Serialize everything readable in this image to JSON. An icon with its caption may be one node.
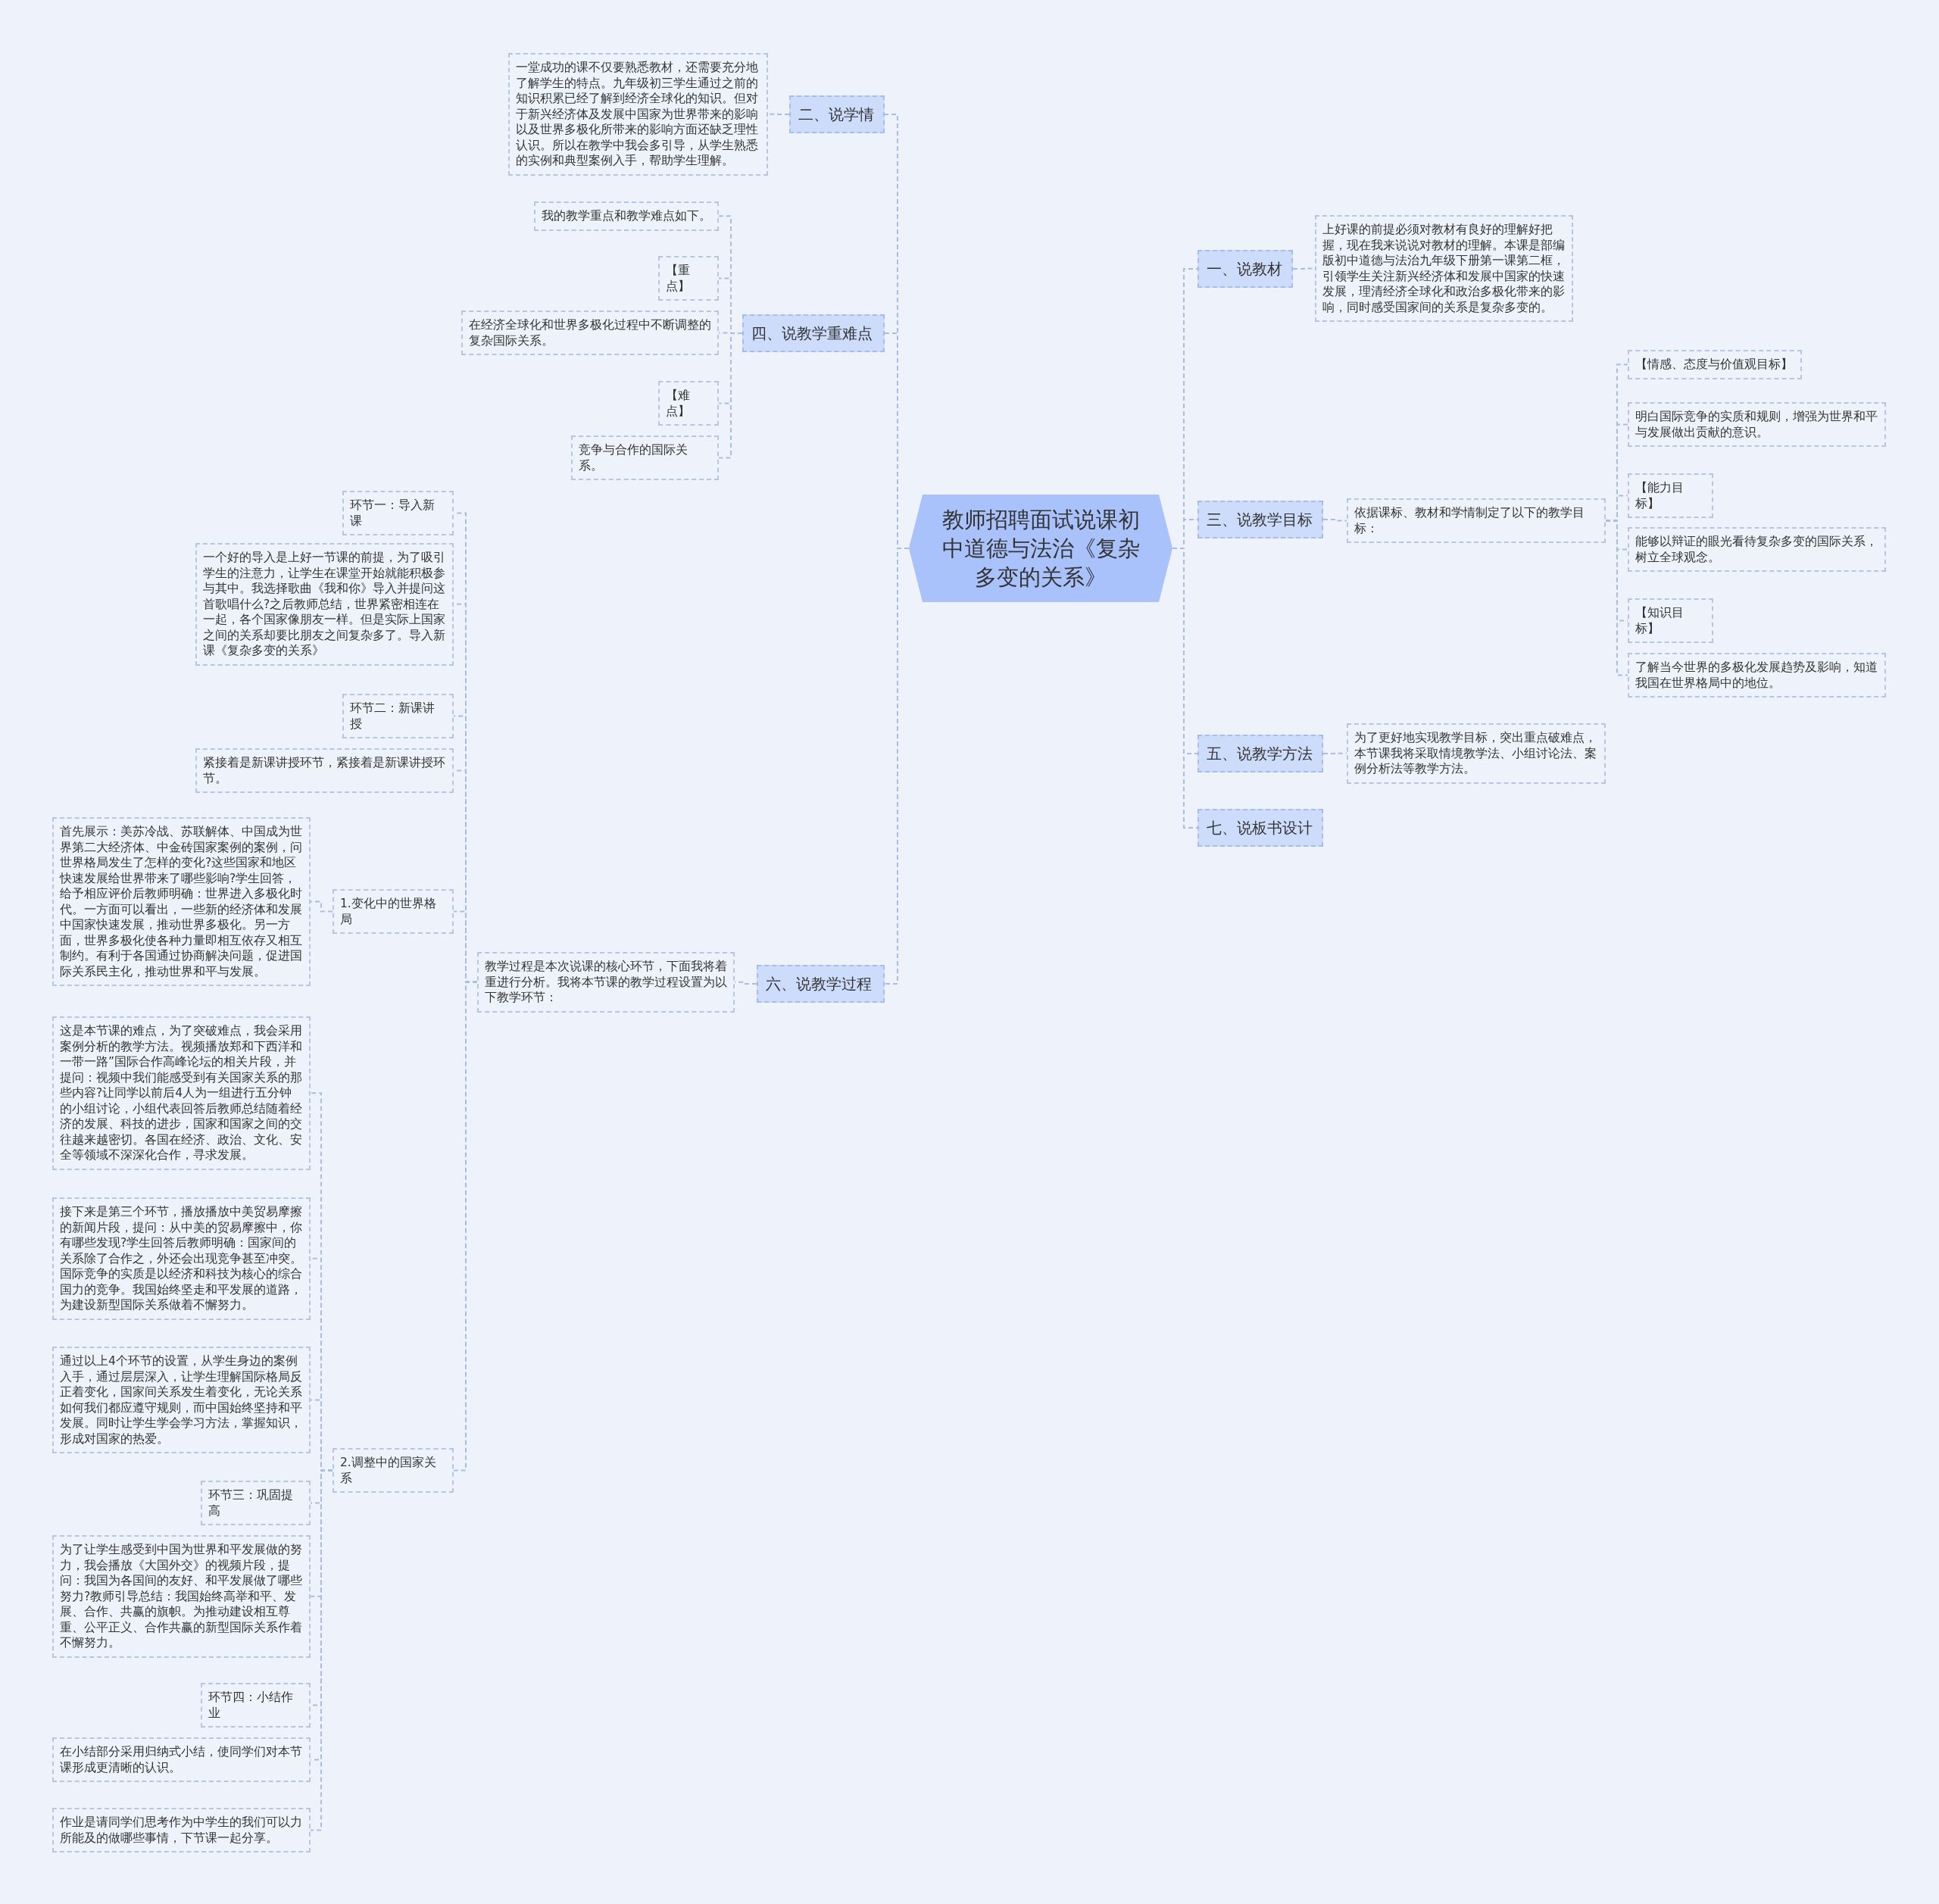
{
  "diagram": {
    "nodes": [
      {
        "text": [
          "教师招聘面试说课初中道德与法治《复杂多变的关系》"
        ]
      },
      {
        "text": [
          "一、说教材"
        ]
      },
      {
        "text": [
          "上好课的前提必须对教材有良好的理解好把握，现在我来说说对教材的理解。本课是部编版初中道德与法治九年级下册第一课第二框，引领学生关注新兴经济体和发展中国家的快速发展，理清经济全球化和政治多极化带来的影响，同时感受国家间的关系是复杂多变的。"
        ]
      },
      {
        "text": [
          "二、说学情"
        ]
      },
      {
        "text": [
          "一堂成功的课不仅要熟悉教材，还需要充分地了解学生的特点。九年级初三学生通过之前的知识积累已经了解到经济全球化的知识。但对于新兴经济体及发展中国家为世界带来的影响以及世界多极化所带来的影响方面还缺乏理性认识。所以在教学中我会多引导，从学生熟悉的实例和典型案例入手，帮助学生理解。"
        ]
      },
      {
        "text": [
          "三、说教学目标"
        ]
      },
      {
        "text": [
          "依据课标、教材和学情制定了以下的教学目标："
        ]
      },
      {
        "text": [
          "【情感、态度与价值观目标】"
        ]
      },
      {
        "text": [
          "明白国际竞争的实质和规则，增强为世界和平与发展做出贡献的意识。"
        ]
      },
      {
        "text": [
          "【能力目标】"
        ]
      },
      {
        "text": [
          "能够以辩证的眼光看待复杂多变的国际关系，树立全球观念。"
        ]
      },
      {
        "text": [
          "【知识目标】"
        ]
      },
      {
        "text": [
          "了解当今世界的多极化发展趋势及影响，知道我国在世界格局中的地位。"
        ]
      },
      {
        "text": [
          "四、说教学重难点"
        ]
      },
      {
        "text": [
          "我的教学重点和教学难点如下。"
        ]
      },
      {
        "text": [
          "【重点】"
        ]
      },
      {
        "text": [
          "在经济全球化和世界多极化过程中不断调整的复杂国际关系。"
        ]
      },
      {
        "text": [
          "【难点】"
        ]
      },
      {
        "text": [
          "竞争与合作的国际关系。"
        ]
      },
      {
        "text": [
          "五、说教学方法"
        ]
      },
      {
        "text": [
          "为了更好地实现教学目标，突出重点破难点，本节课我将采取情境教学法、小组讨论法、案例分析法等教学方法。"
        ]
      },
      {
        "text": [
          "六、说教学过程"
        ]
      },
      {
        "text": [
          "教学过程是本次说课的核心环节，下面我将着重进行分析。我将本节课的教学过程设置为以下教学环节："
        ]
      },
      {
        "text": [
          "环节一：导入新课"
        ]
      },
      {
        "text": [
          "一个好的导入是上好一节课的前提，为了吸引学生的注意力，让学生在课堂开始就能积极参与其中。我选择歌曲《我和你》导入并提问这首歌唱什么?之后教师总结，世界紧密相连在一起，各个国家像朋友一样。但是实际上国家之间的关系却要比朋友之间复杂多了。导入新课《复杂多变的关系》"
        ]
      },
      {
        "text": [
          "环节二：新课讲授"
        ]
      },
      {
        "text": [
          "紧接着是新课讲授环节，紧接着是新课讲授环节。"
        ]
      },
      {
        "text": [
          "1.变化中的世界格局"
        ]
      },
      {
        "text": [
          "首先展示：美苏冷战、苏联解体、中国成为世界第二大经济体、中金砖国家案例的案例，问世界格局发生了怎样的变化?这些国家和地区快速发展给世界带来了哪些影响?学生回答，给予相应评价后教师明确：世界进入多极化时代。一方面可以看出，一些新的经济体和发展中国家快速发展，推动世界多极化。另一方面，世界多极化使各种力量即相互依存又相互制约。有利于各国通过协商解决问题，促进国际关系民主化，推动世界和平与发展。"
        ]
      },
      {
        "text": [
          "2.调整中的国家关系"
        ]
      },
      {
        "text": [
          "这是本节课的难点，为了突破难点，我会采用案例分析的教学方法。视频播放郑和下西洋和一带一路”国际合作高峰论坛的相关片段，并提问：视频中我们能感受到有关国家关系的那些内容?让同学以前后4人为一组进行五分钟的小组讨论，小组代表回答后教师总结随着经济的发展、科技的进步，国家和国家之间的交往越来越密切。各国在经济、政治、文化、安全等领域不深深化合作，寻求发展。"
        ]
      },
      {
        "text": [
          "接下来是第三个环节，播放播放中美贸易摩擦的新闻片段，提问：从中美的贸易摩擦中，你有哪些发现?学生回答后教师明确：国家间的关系除了合作之，外还会出现竞争甚至冲突。国际竞争的实质是以经济和科技为核心的综合国力的竞争。我国始终坚走和平发展的道路，为建设新型国际关系做着不懈努力。"
        ]
      },
      {
        "text": [
          "通过以上4个环节的设置，从学生身边的案例入手，通过层层深入，让学生理解国际格局反正着变化，国家间关系发生着变化，无论关系如何我们都应遵守规则，而中国始终坚持和平发展。同时让学生学会学习方法，掌握知识，形成对国家的热爱。"
        ]
      },
      {
        "text": [
          "环节三：巩固提高"
        ]
      },
      {
        "text": [
          "为了让学生感受到中国为世界和平发展做的努力，我会播放《大国外交》的视频片段，提问：我国为各国间的友好、和平发展做了哪些努力?教师引导总结：我国始终高举和平、发展、合作、共赢的旗帜。为推动建设相互尊重、公平正义、合作共赢的新型国际关系作着不懈努力。"
        ]
      },
      {
        "text": [
          "环节四：小结作业"
        ]
      },
      {
        "text": [
          "在小结部分采用归纳式小结，使同学们对本节课形成更清晰的认识。"
        ]
      },
      {
        "text": [
          "作业是请同学们思考作为中学生的我们可以力所能及的做哪些事情，下节课一起分享。"
        ]
      },
      {
        "text": [
          "七、说板书设计"
        ]
      }
    ],
    "edges": [
      {
        "from": 0,
        "to": 1,
        "arrow": "none"
      },
      {
        "from": 1,
        "to": 2,
        "arrow": "none"
      },
      {
        "from": 0,
        "to": 3,
        "arrow": "none"
      },
      {
        "from": 3,
        "to": 4,
        "arrow": "none"
      },
      {
        "from": 0,
        "to": 5,
        "arrow": "none"
      },
      {
        "from": 5,
        "to": 6,
        "arrow": "none"
      },
      {
        "from": 6,
        "to": 7,
        "arrow": "none"
      },
      {
        "from": 6,
        "to": 8,
        "arrow": "none"
      },
      {
        "from": 6,
        "to": 9,
        "arrow": "none"
      },
      {
        "from": 6,
        "to": 10,
        "arrow": "none"
      },
      {
        "from": 6,
        "to": 11,
        "arrow": "none"
      },
      {
        "from": 6,
        "to": 12,
        "arrow": "none"
      },
      {
        "from": 0,
        "to": 13,
        "arrow": "none"
      },
      {
        "from": 13,
        "to": 14,
        "arrow": "none"
      },
      {
        "from": 13,
        "to": 15,
        "arrow": "none"
      },
      {
        "from": 13,
        "to": 16,
        "arrow": "none"
      },
      {
        "from": 13,
        "to": 17,
        "arrow": "none"
      },
      {
        "from": 13,
        "to": 18,
        "arrow": "none"
      },
      {
        "from": 0,
        "to": 19,
        "arrow": "none"
      },
      {
        "from": 19,
        "to": 20,
        "arrow": "none"
      },
      {
        "from": 0,
        "to": 21,
        "arrow": "none"
      },
      {
        "from": 21,
        "to": 22,
        "arrow": "none"
      },
      {
        "from": 22,
        "to": 23,
        "arrow": "none"
      },
      {
        "from": 22,
        "to": 24,
        "arrow": "none"
      },
      {
        "from": 22,
        "to": 25,
        "arrow": "none"
      },
      {
        "from": 22,
        "to": 26,
        "arrow": "none"
      },
      {
        "from": 22,
        "to": 27,
        "arrow": "none"
      },
      {
        "from": 27,
        "to": 28,
        "arrow": "none"
      },
      {
        "from": 22,
        "to": 29,
        "arrow": "none"
      },
      {
        "from": 29,
        "to": 30,
        "arrow": "none"
      },
      {
        "from": 29,
        "to": 31,
        "arrow": "none"
      },
      {
        "from": 29,
        "to": 32,
        "arrow": "none"
      },
      {
        "from": 29,
        "to": 33,
        "arrow": "none"
      },
      {
        "from": 29,
        "to": 34,
        "arrow": "none"
      },
      {
        "from": 29,
        "to": 35,
        "arrow": "none"
      },
      {
        "from": 29,
        "to": 36,
        "arrow": "none"
      },
      {
        "from": 29,
        "to": 37,
        "arrow": "none"
      },
      {
        "from": 0,
        "to": 38,
        "arrow": "none"
      }
    ]
  }
}
